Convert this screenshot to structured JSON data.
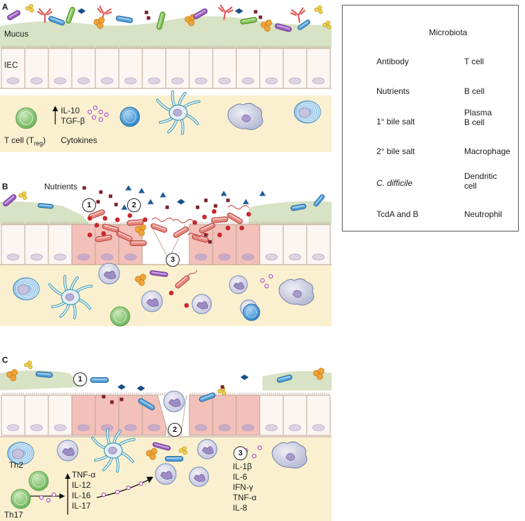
{
  "panels": {
    "a": "A",
    "b": "B",
    "c": "C"
  },
  "panel_a": {
    "mucus": "Mucus",
    "iec": "IEC",
    "il10": "IL-10",
    "tgfb": "TGF-β",
    "tcell": "T cell (T",
    "tcell_sub": "reg",
    "tcell_close": ")",
    "cytokines": "Cytokines"
  },
  "panel_b": {
    "nutrients": "Nutrients",
    "step1": "1",
    "step2": "2",
    "step3": "3"
  },
  "panel_c": {
    "step1": "1",
    "step2": "2",
    "step3": "3",
    "th2": "Th2",
    "th17": "Th17",
    "cytokines_left": [
      "TNF-α",
      "IL-12",
      "IL-16",
      "IL-17"
    ],
    "cytokines_right": [
      "IL-1β",
      "IL-6",
      "IFN-γ",
      "TNF-α",
      "IL-8"
    ]
  },
  "legend": {
    "microbiota": "Microbiota",
    "antibody": "Antibody",
    "tcell": "T cell",
    "nutrients": "Nutrients",
    "bcell": "B cell",
    "bile1": "1° bile salt",
    "plasma": "Plasma\nB cell",
    "bile2": "2° bile salt",
    "macrophage": "Macrophage",
    "cdiff": "C. difficile",
    "dendritic": "Dendritic\ncell",
    "tcda": "TcdA and B",
    "neutrophil": "Neutrophil"
  },
  "colors": {
    "mucus": "#d8e2c4",
    "lamina": "#faf0cf",
    "cell": "#fbf6f1",
    "damaged": "#f3c1b9",
    "tcell": "#8dc97a",
    "bcell": "#4d9fd6",
    "nutrient": "#7a1f2b",
    "bile1": "#1e5a9e",
    "toxin": "#c8282e",
    "cdiff": "#e7857c"
  }
}
